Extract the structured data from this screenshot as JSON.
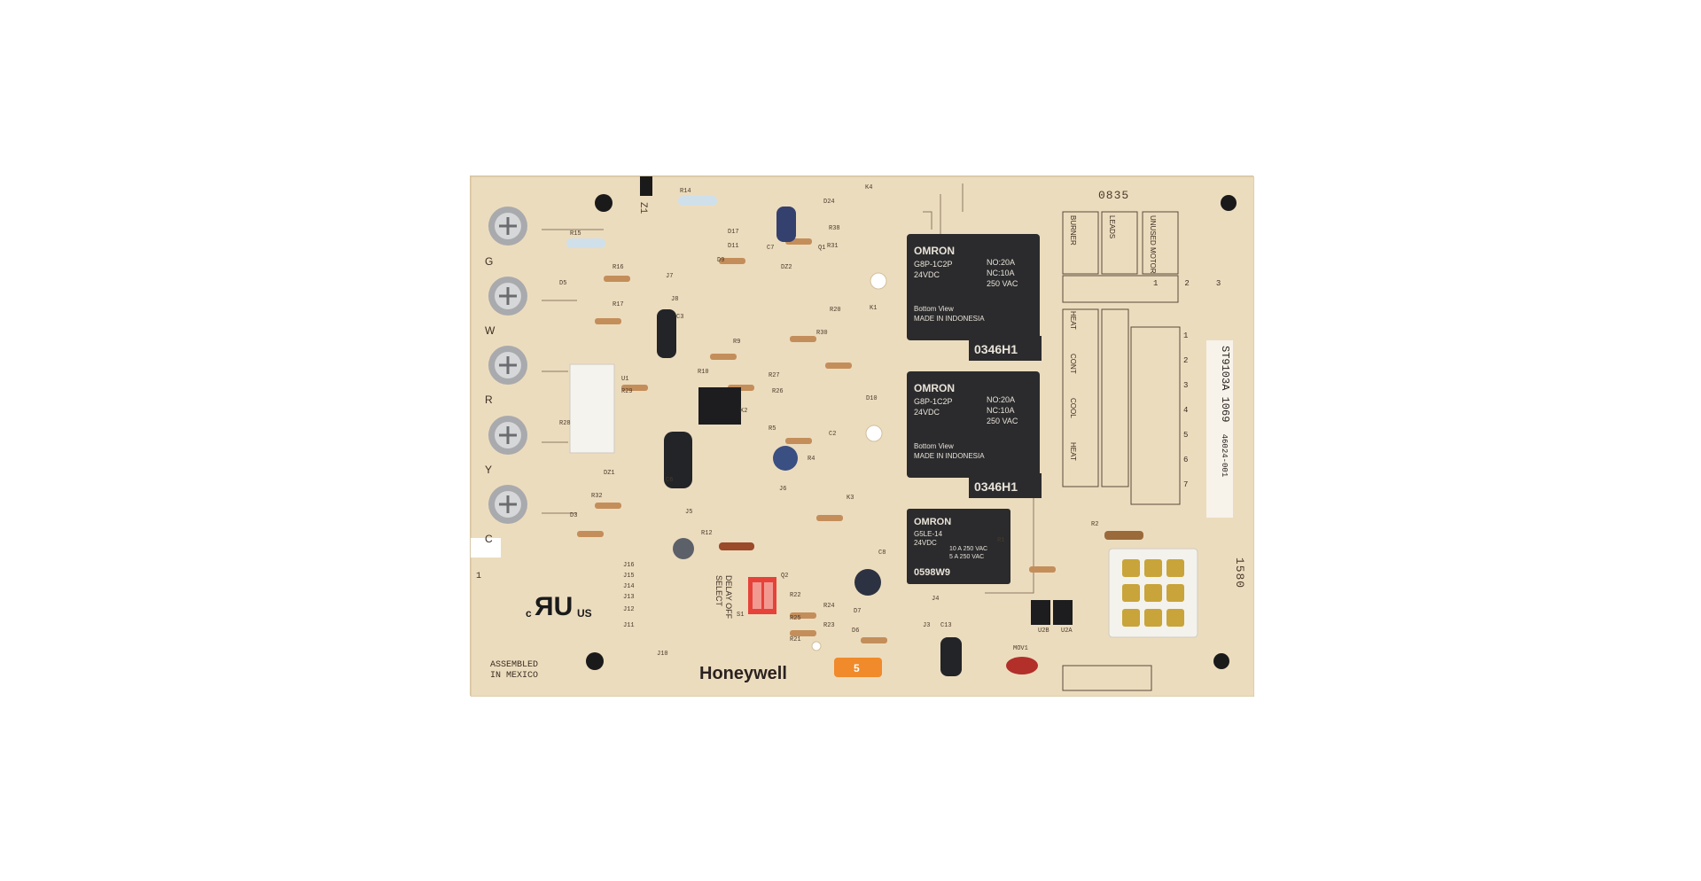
{
  "board": {
    "background_color": "#ecdcbe",
    "brand": "Honeywell",
    "assembly_line1": "ASSEMBLED",
    "assembly_line2": "IN MEXICO",
    "cert_c": "c",
    "cert_us": "US",
    "date_code_top": "0835",
    "date_code_side": "1580",
    "part_number": "ST9103A 1069",
    "part_sub": "46024-001",
    "delay_select_line1": "DELAY OFF",
    "delay_select_line2": "SELECT",
    "z1": "Z1",
    "pin_one": "1",
    "fuse_label": "5",
    "fuse_color": "#f08a2a",
    "terminals": [
      "G",
      "W",
      "R",
      "Y",
      "C"
    ],
    "header_blocks": {
      "burner": "BURNER",
      "leads": "LEADS",
      "unused_motor": "UNUSED MOTOR",
      "heat": "HEAT",
      "cont": "CONT",
      "cool": "COOL",
      "heat2": "HEAT"
    },
    "pin_numbers_upper": [
      "1",
      "2",
      "3"
    ],
    "pin_numbers_right": [
      "1",
      "2",
      "3",
      "4",
      "5",
      "6",
      "7"
    ],
    "relays": [
      {
        "brand": "OMRON",
        "model": "G8P-1C2P",
        "voltage": "24VDC",
        "rating1": "NO:20A",
        "rating2": "NC:10A",
        "rating3": "250 VAC",
        "view": "Bottom View",
        "origin": "MADE IN INDONESIA",
        "code": "0346H1",
        "body_color": "#2b2b2d"
      },
      {
        "brand": "OMRON",
        "model": "G8P-1C2P",
        "voltage": "24VDC",
        "rating1": "NO:20A",
        "rating2": "NC:10A",
        "rating3": "250 VAC",
        "view": "Bottom View",
        "origin": "MADE IN INDONESIA",
        "code": "0346H1",
        "body_color": "#2b2b2d"
      },
      {
        "brand": "OMRON",
        "model": "G5LE-14",
        "voltage": "24VDC",
        "rating1": "10 A 250 VAC",
        "rating2": "5 A 250 VAC",
        "code": "0598W9",
        "body_color": "#2b2b2d"
      }
    ],
    "ref_designators": [
      "R14",
      "R15",
      "D17",
      "D11",
      "D9",
      "C7",
      "Q1",
      "D24",
      "K4",
      "R38",
      "R31",
      "R16",
      "D5",
      "J7",
      "DZ2",
      "R17",
      "J8",
      "K1",
      "R20",
      "C3",
      "R9",
      "R30",
      "R10",
      "U1",
      "R29",
      "R27",
      "R26",
      "D10",
      "K2",
      "R28",
      "R5",
      "C2",
      "R4",
      "DZ1",
      "C6",
      "J6",
      "R32",
      "K3",
      "D3",
      "J5",
      "R12",
      "R2",
      "C8",
      "R1",
      "J16",
      "J15",
      "J14",
      "J13",
      "J12",
      "J11",
      "S1",
      "R22",
      "R24",
      "R25",
      "R23",
      "R21",
      "D7",
      "D6",
      "J4",
      "J3",
      "C13",
      "U2B",
      "U2A",
      "J10",
      "MOV1",
      "Q2"
    ]
  }
}
